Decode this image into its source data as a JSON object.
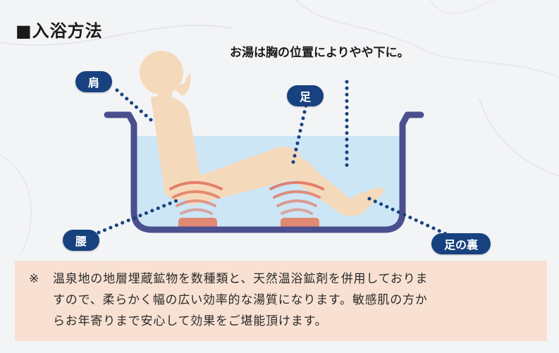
{
  "title": "■入浴方法",
  "caption": "お湯は胸の位置によりやや下に。",
  "labels": {
    "shoulder": "肩",
    "foot": "足",
    "waist": "腰",
    "sole": "足の裏"
  },
  "note": {
    "mark": "※",
    "line1": "温泉地の地層埋蔵鉱物を数種類と、天然温浴鉱剤を併用しておりま",
    "line2": "すので、柔らかく幅の広い効率的な湯質になります。敏感肌の方か",
    "line3": "らお年寄りまで安心して効果をご堪能頂けます。"
  },
  "colors": {
    "tub": "#4b4f8e",
    "water": "#cde6f5",
    "skin": "#f5d9bb",
    "pad": "#e08a73",
    "waves": "#e06f5a",
    "label_bg": "#17427f",
    "note_bg": "#f8e1d2"
  }
}
